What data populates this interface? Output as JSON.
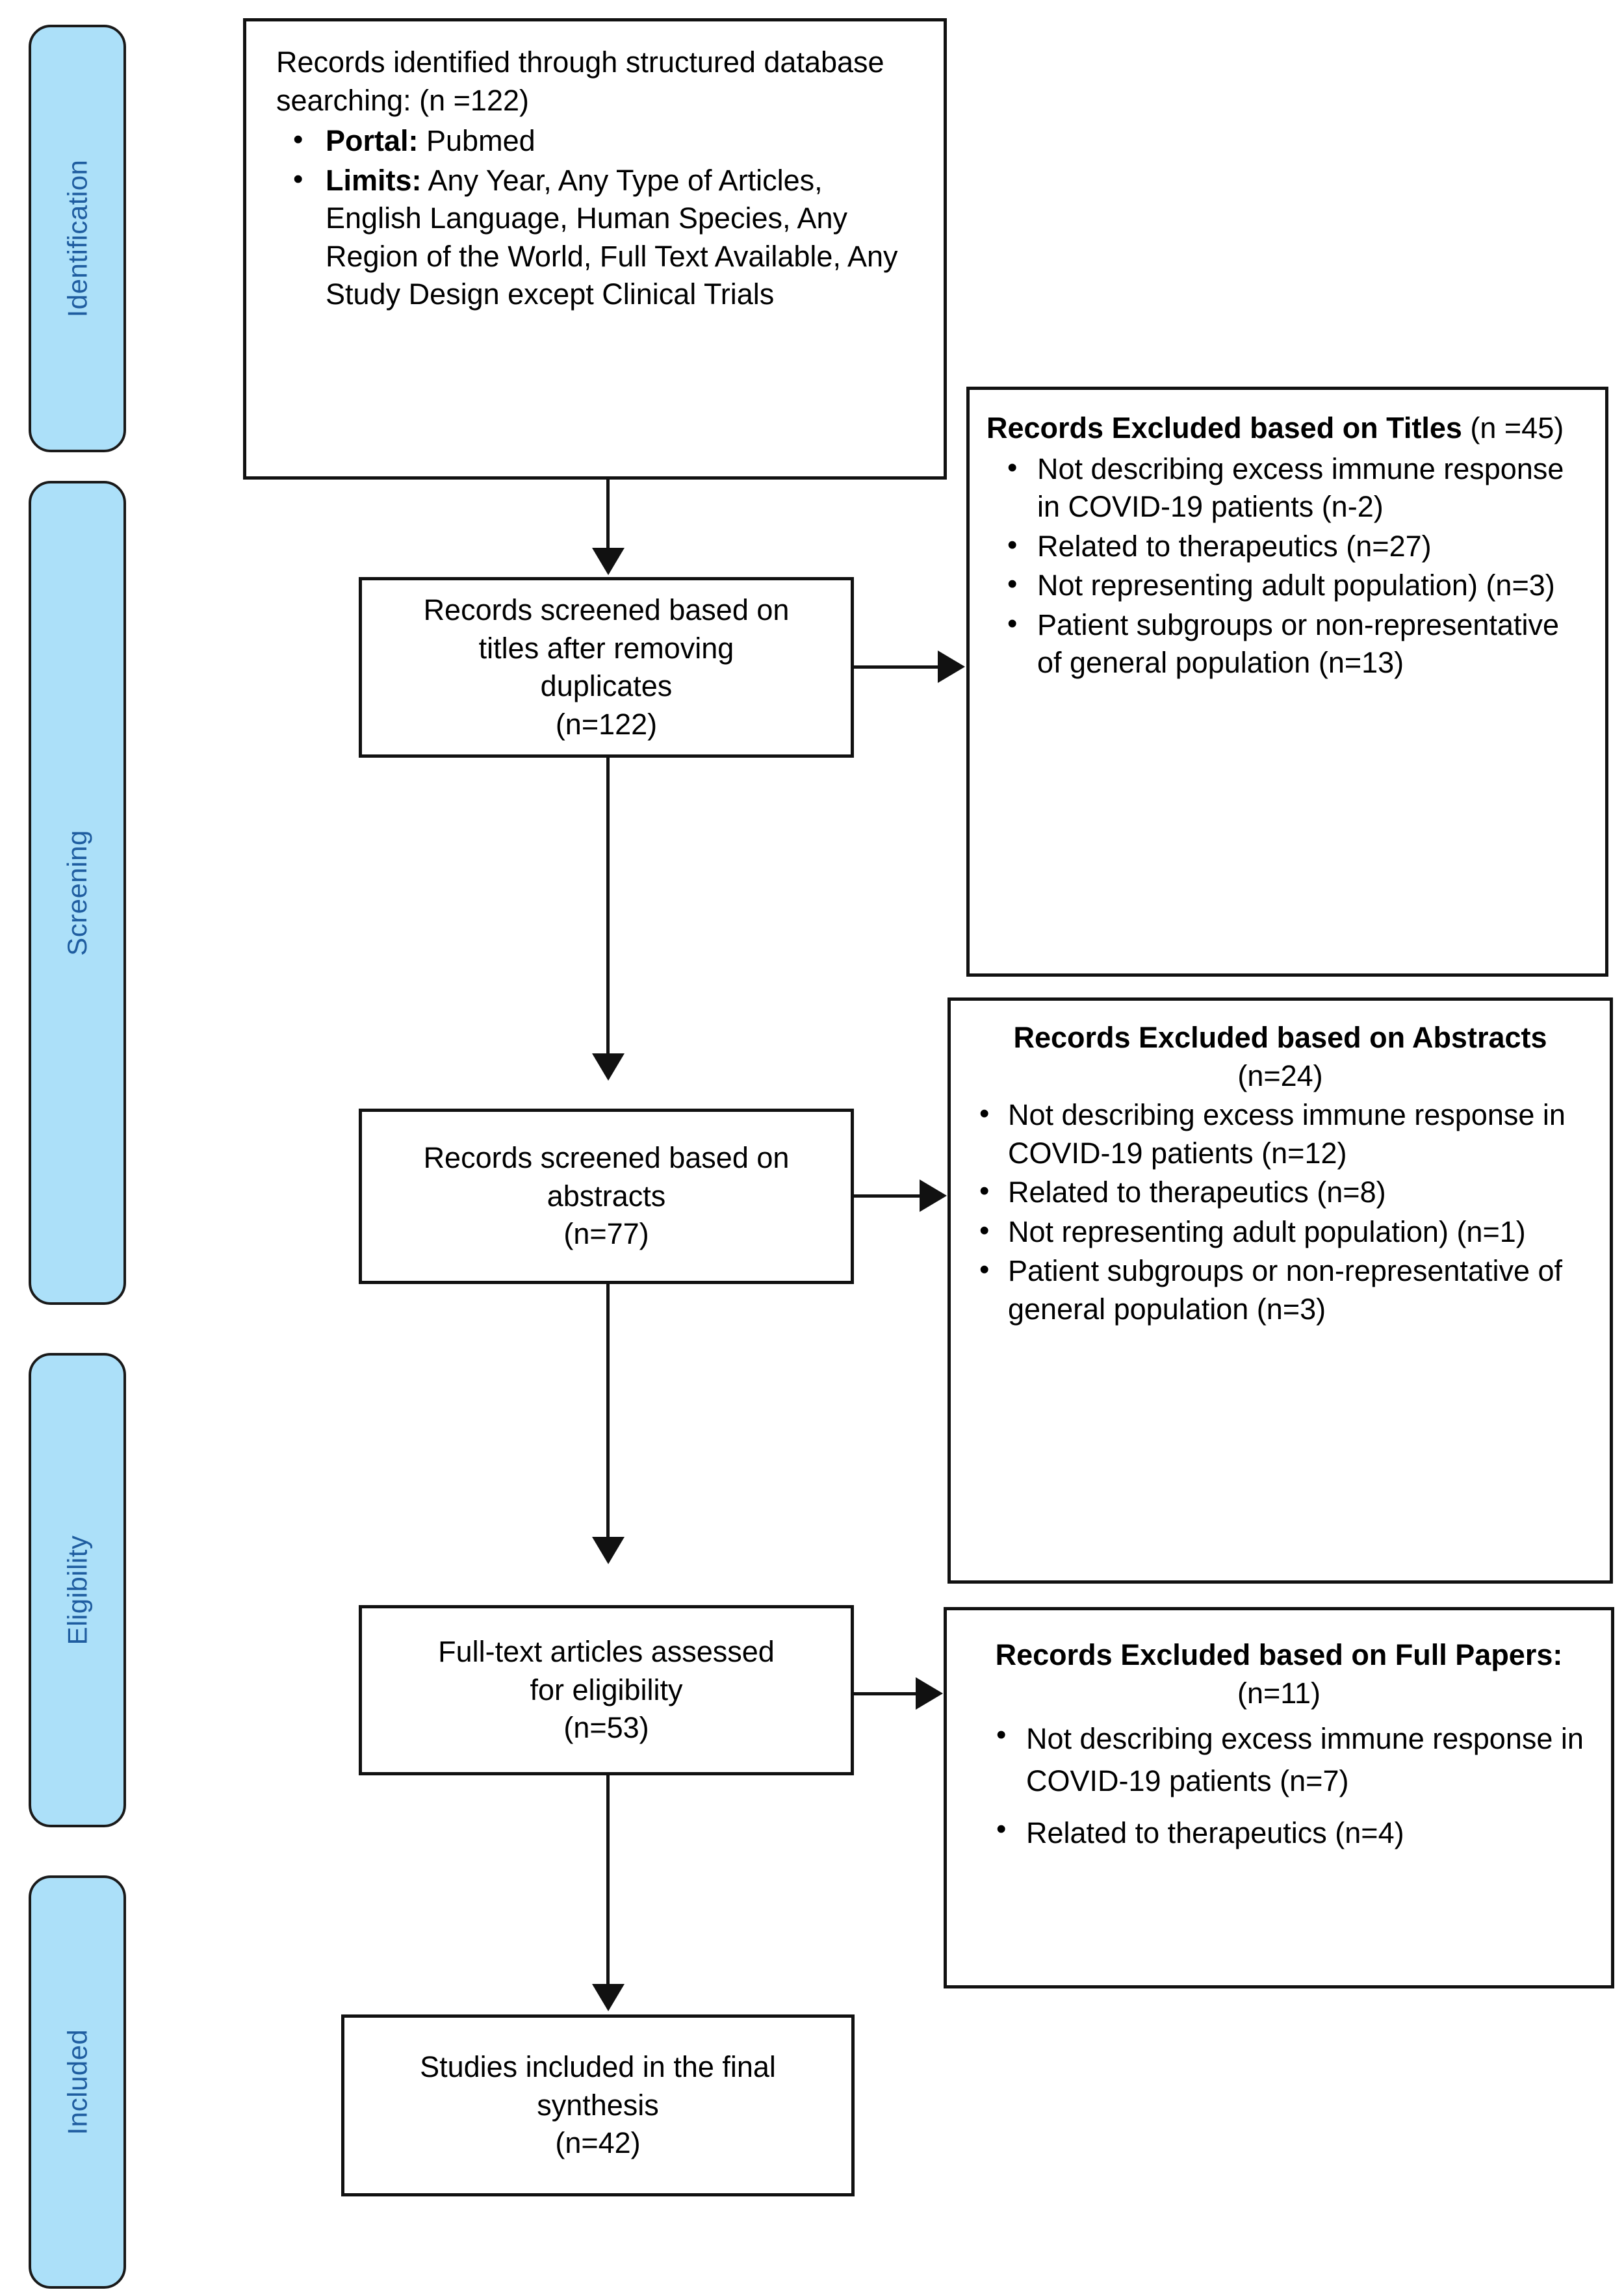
{
  "diagram": {
    "type": "prisma-flow-diagram",
    "stages": [
      {
        "id": "identification",
        "label": "Identification"
      },
      {
        "id": "screening",
        "label": "Screening"
      },
      {
        "id": "eligibility",
        "label": "Eligibility"
      },
      {
        "id": "included",
        "label": "Included"
      }
    ],
    "colors": {
      "stage_fill": "#ACE0F9",
      "stage_text": "#1F5DA0",
      "stage_border": "#1a1a1a",
      "box_border": "#111111",
      "box_fill": "#ffffff",
      "text": "#000000"
    },
    "identification_box": {
      "heading": "Records identified through structured database searching: (n =122)",
      "bullets": [
        {
          "label": "Portal:",
          "text": " Pubmed"
        },
        {
          "label": "Limits:",
          "text": " Any Year, Any Type of Articles, English Language, Human Species, Any Region of the World, Full Text Available, Any Study Design except Clinical Trials"
        }
      ]
    },
    "screened_titles_box": {
      "line1": "Records screened based on",
      "line2": "titles after removing",
      "line3": "duplicates",
      "count": "(n=122)"
    },
    "screened_abstracts_box": {
      "line1": "Records screened based on",
      "line2": "abstracts",
      "count": "(n=77)"
    },
    "fulltext_box": {
      "line1": "Full-text articles assessed",
      "line2": "for eligibility",
      "count": "(n=53)"
    },
    "included_box": {
      "line1": "Studies included in the final",
      "line2": "synthesis",
      "count": "(n=42)"
    },
    "excluded_titles_box": {
      "heading_bold": "Records Excluded based on Titles",
      "heading_count": " (n =45)",
      "reasons": [
        "Not describing excess immune response in COVID-19 patients (n-2)",
        "Related to therapeutics (n=27)",
        "Not representing adult population) (n=3)",
        "Patient subgroups or non-representative of general population (n=13)"
      ]
    },
    "excluded_abstracts_box": {
      "heading_bold": "Records Excluded based on Abstracts",
      "heading_count": "(n=24)",
      "reasons": [
        "Not describing excess immune response in COVID-19 patients (n=12)",
        "Related to therapeutics (n=8)",
        "Not representing adult population) (n=1)",
        "Patient subgroups or non-representative of general population (n=3)"
      ]
    },
    "excluded_full_box": {
      "heading_bold": "Records Excluded based on Full Papers:",
      "heading_count": " (n=11)",
      "reasons": [
        "Not describing excess immune response in COVID-19 patients (n=7)",
        "Related to therapeutics (n=4)"
      ]
    }
  }
}
